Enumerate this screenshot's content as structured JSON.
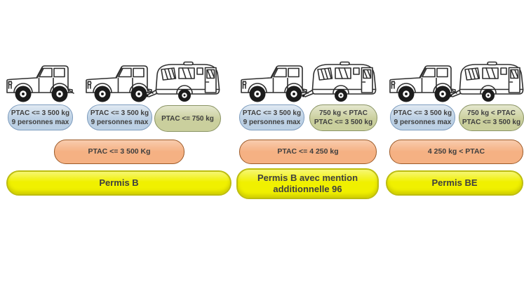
{
  "colors": {
    "vehicle_badge_fill": "#bcd0e4",
    "vehicle_badge_border": "#7d9cbe",
    "trailer_badge_fill": "#cacf9d",
    "trailer_badge_border": "#8a9464",
    "combination_badge_fill": "#f5b183",
    "combination_badge_border": "#9c5a28",
    "license_badge_fill": "#f0f000",
    "license_badge_border": "#bdbd10",
    "badge_text": "#3f3f3f",
    "line_art": "#2f2f2f"
  },
  "groups": [
    {
      "license_label": "Permis B",
      "combination_limit": "PTAC <= 3 500 Kg",
      "columns": [
        {
          "vehicle": "suv",
          "vehicle_badge_line1": "PTAC <= 3 500 kg",
          "vehicle_badge_line2": "9 personnes max"
        },
        {
          "vehicle": "suv-with-caravan",
          "vehicle_badge_line1": "PTAC <= 3 500 kg",
          "vehicle_badge_line2": "9 personnes max",
          "trailer_badge_line1": "PTAC <= 750 kg"
        }
      ]
    },
    {
      "license_label": "Permis B avec mention additionnelle 96",
      "combination_limit": "PTAC <= 4 250 kg",
      "columns": [
        {
          "vehicle": "suv-with-caravan",
          "vehicle_badge_line1": "PTAC <= 3 500 kg",
          "vehicle_badge_line2": "9 personnes max",
          "trailer_badge_line1": "750 kg < PTAC",
          "trailer_badge_line2": "PTAC <= 3 500 kg"
        }
      ]
    },
    {
      "license_label": "Permis BE",
      "combination_limit": "4 250 kg < PTAC",
      "columns": [
        {
          "vehicle": "suv-with-caravan",
          "vehicle_badge_line1": "PTAC <= 3 500 kg",
          "vehicle_badge_line2": "9 personnes max",
          "trailer_badge_line1": "750 kg < PTAC",
          "trailer_badge_line2": "PTAC <= 3 500 kg"
        }
      ]
    }
  ]
}
